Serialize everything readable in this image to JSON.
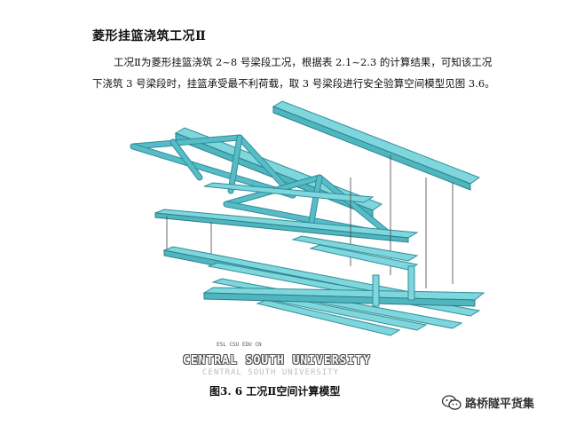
{
  "document": {
    "heading": "菱形挂篮浇筑工况Ⅱ",
    "paragraph_line1": "工况Ⅱ为菱形挂篮浇筑 2~8 号梁段工况，根据表 2.1~2.3 的计算结果，可知该工况",
    "paragraph_line2": "下浇筑 3 号梁段时，挂篮承受最不利荷载，取 3 号梁段进行安全验算空间模型见图 3.6。"
  },
  "figure": {
    "caption": "图3. 6  工况Ⅱ空间计算模型",
    "logo_small": "ESL CSU EDU CN",
    "logo_line1": "CENTRAL SOUTH UNIVERSITY",
    "logo_line2": "CENTRAL SOUTH UNIVERSITY",
    "model_color": "#6ecfd6",
    "model_edge_color": "#2f8f99"
  },
  "watermark": {
    "text": "路桥隧平货集",
    "icon": "wechat-icon"
  }
}
